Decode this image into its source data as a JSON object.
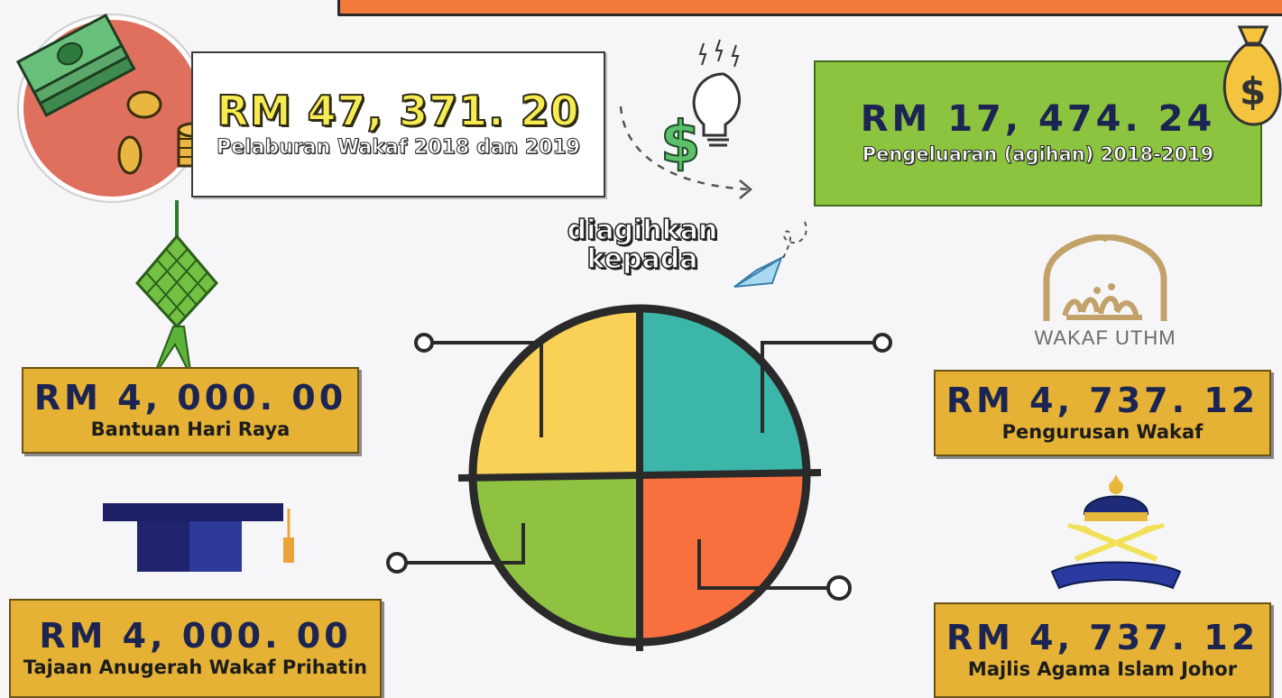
{
  "investment": {
    "amount": "RM 47, 371. 20",
    "label": "Pelaburan Wakaf 2018 dan 2019"
  },
  "expenditure": {
    "amount": "RM 17, 474. 24",
    "label": "Pengeluaran (agihan) 2018-2019"
  },
  "distributed_to": {
    "line1": "diagihkan",
    "line2": "kepada"
  },
  "items": [
    {
      "amount": "RM 4, 000. 00",
      "label": "Bantuan Hari Raya"
    },
    {
      "amount": "RM 4, 000. 00",
      "label": "Tajaan Anugerah Wakaf Prihatin"
    },
    {
      "amount": "RM 4, 737. 12",
      "label": "Pengurusan Wakaf"
    },
    {
      "amount": "RM 4, 737. 12",
      "label": "Majlis Agama Islam Johor"
    }
  ],
  "wakaf_logo_text": "WAKAF UTHM",
  "icons": [
    "money-stack-icon",
    "lightbulb-dollar-icon",
    "money-bag-icon",
    "ketupat-icon",
    "graduation-cap-icon",
    "paper-plane-icon",
    "wakaf-uthm-logo",
    "johor-crest-icon",
    "pie-chart-icon"
  ],
  "colors": {
    "orange": "#f47a3c",
    "green": "#8cc43f",
    "gold": "#e5b235",
    "navy": "#1b2452",
    "yellow": "#f8d156",
    "teal": "#3bb6a8",
    "pie_green": "#8ec240",
    "pie_orange": "#f8703d"
  }
}
